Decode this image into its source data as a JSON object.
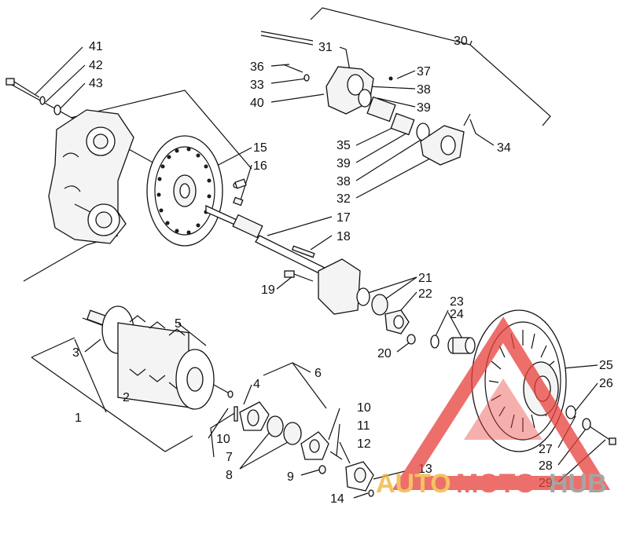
{
  "diagram": {
    "callouts": [
      "41",
      "42",
      "43",
      "36",
      "33",
      "40",
      "31",
      "30",
      "37",
      "38",
      "39",
      "35",
      "39",
      "38",
      "32",
      "34",
      "15",
      "16",
      "17",
      "18",
      "19",
      "21",
      "22",
      "23",
      "24",
      "20",
      "25",
      "26",
      "27",
      "28",
      "29",
      "5",
      "3",
      "2",
      "1",
      "6",
      "4",
      "10",
      "7",
      "8",
      "11",
      "12",
      "13",
      "9",
      "14",
      "10"
    ]
  },
  "watermark": {
    "brand_part1": "AUTO",
    "brand_part2": "MOTO",
    "brand_part3": "HUB",
    "color_red": "#e8403a",
    "color_gold": "#f0b030",
    "color_gray": "#888888"
  }
}
